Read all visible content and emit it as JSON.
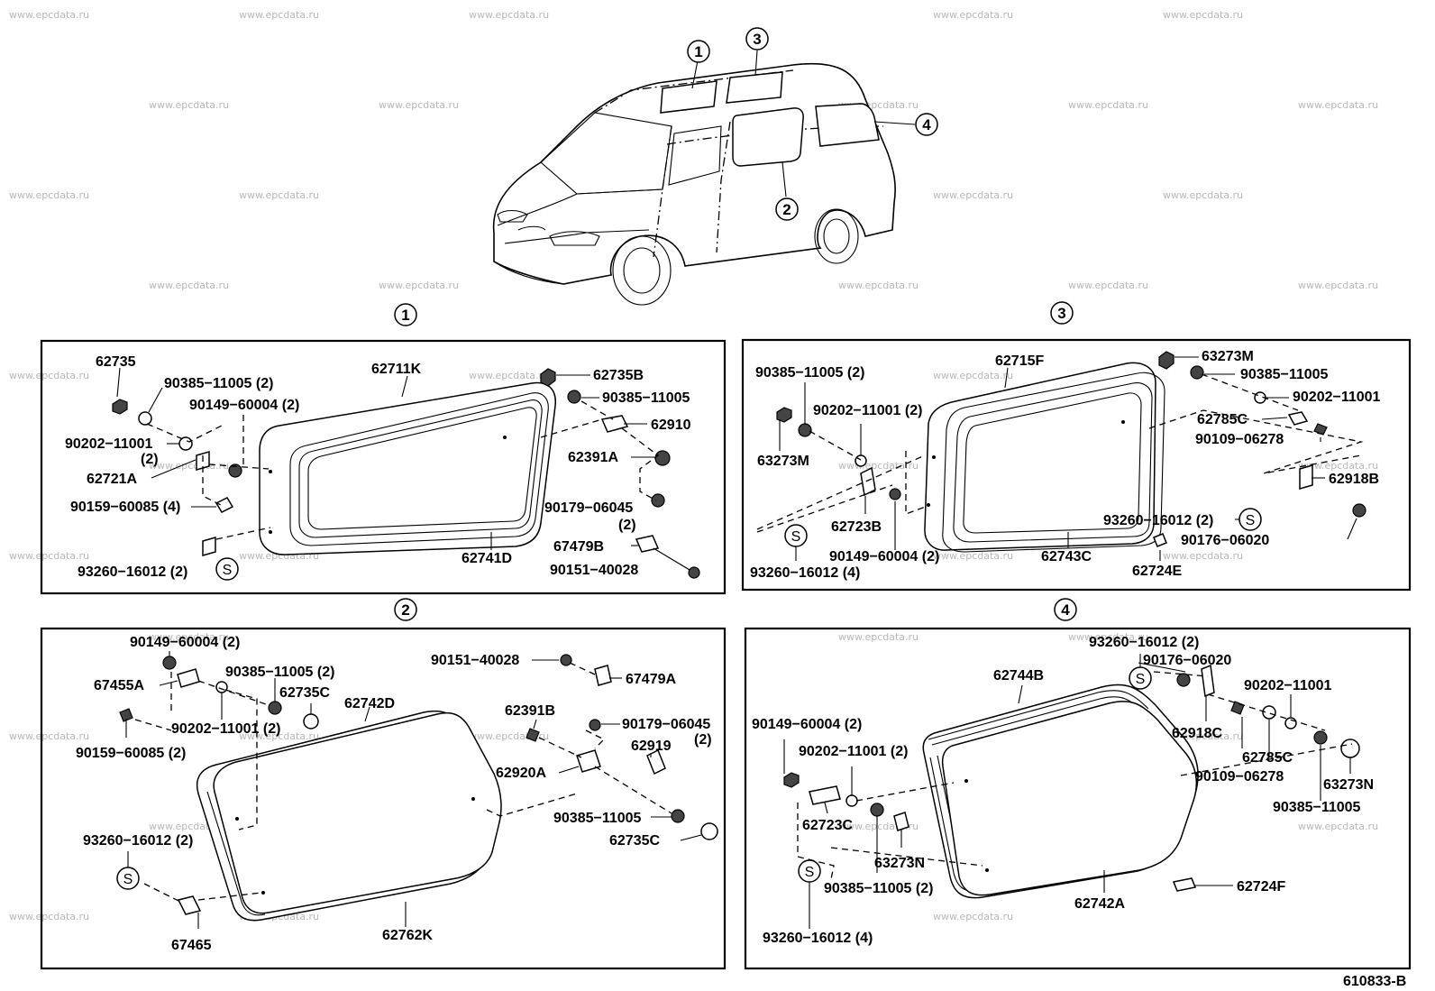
{
  "drawing_id": "610833-B",
  "watermark": "www.epcdata.ru",
  "callouts": {
    "c1": "1",
    "c2": "2",
    "c3": "3",
    "c4": "4"
  },
  "section_titles": {
    "s1": "1",
    "s2": "2",
    "s3": "3",
    "s4": "4"
  },
  "seal_symbol": "S",
  "section1": {
    "p62735": "62735",
    "p90385a": "90385−11005 (2)",
    "p90149": "90149−60004 (2)",
    "p90202": "90202−11001",
    "p90202q": "(2)",
    "p62721A": "62721A",
    "p90159": "90159−60085 (4)",
    "p93260": "93260−16012 (2)",
    "p62711K": "62711K",
    "p62741D": "62741D",
    "p62735B": "62735B",
    "p90385b": "90385−11005",
    "p62910": "62910",
    "p62391A": "62391A",
    "p90179": "90179−06045",
    "p90179q": "(2)",
    "p67479B": "67479B",
    "p90151": "90151−40028"
  },
  "section2": {
    "p90149": "90149−60004 (2)",
    "p67455A": "67455A",
    "p90385a": "90385−11005 (2)",
    "p62735C": "62735C",
    "p62742D": "62742D",
    "p90202": "90202−11001 (2)",
    "p90159": "90159−60085 (2)",
    "p93260": "93260−16012 (2)",
    "p67465": "67465",
    "p62762K": "62762K",
    "p90151": "90151−40028",
    "p67479A": "67479A",
    "p62391B": "62391B",
    "p90179": "90179−06045",
    "p90179q": "(2)",
    "p62919": "62919",
    "p62920A": "62920A",
    "p90385b": "90385−11005",
    "p62735C2": "62735C"
  },
  "section3": {
    "p90385a": "90385−11005 (2)",
    "p62715F": "62715F",
    "p90202a": "90202−11001 (2)",
    "p63273M": "63273M",
    "p62723B": "62723B",
    "p90149": "90149−60004 (2)",
    "p93260a": "93260−16012 (4)",
    "p62743C": "62743C",
    "p63273M2": "63273M",
    "p90385b": "90385−11005",
    "p90202b": "90202−11001",
    "p62785C": "62785C",
    "p90109": "90109−06278",
    "p62918B": "62918B",
    "p93260b": "93260−16012 (2)",
    "p90176": "90176−06020",
    "p62724E": "62724E"
  },
  "section4": {
    "p93260a": "93260−16012 (2)",
    "p90176": "90176−06020",
    "p62744B": "62744B",
    "p90202a": "90202−11001",
    "p62918C": "62918C",
    "p62785C": "62785C",
    "p90109": "90109−06278",
    "p63273N": "63273N",
    "p90385a": "90385−11005",
    "p90149": "90149−60004 (2)",
    "p90202b": "90202−11001 (2)",
    "p62723C": "62723C",
    "p63273N2": "63273N",
    "p90385b": "90385−11005 (2)",
    "p93260b": "93260−16012 (4)",
    "p62742A": "62742A",
    "p62724F": "62724F"
  }
}
